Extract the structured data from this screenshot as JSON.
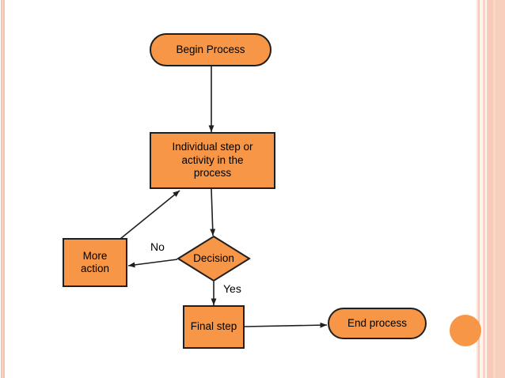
{
  "slide": {
    "colors": {
      "background": "#FFFFFF",
      "shape_fill": "#F79646",
      "shape_border": "#1F1F1F",
      "connector": "#1F1F1F",
      "text": "#000000",
      "left_stripe": "#F3C4B2",
      "right_stripes": [
        "#FBE6DD",
        "#F5C9B6",
        "#F8D3C3",
        "#F6CCB9"
      ],
      "corner_circle": "#F79646"
    },
    "flowchart": {
      "nodes": {
        "begin": {
          "type": "terminator",
          "label": "Begin Process"
        },
        "step": {
          "type": "process",
          "label": "Individual step or\nactivity in the\nprocess"
        },
        "decision": {
          "type": "decision",
          "label": "Decision"
        },
        "more_action": {
          "type": "process",
          "label": "More\naction"
        },
        "final_step": {
          "type": "process",
          "label": "Final step"
        },
        "end": {
          "type": "terminator",
          "label": "End process"
        }
      },
      "edge_labels": {
        "no": "No",
        "yes": "Yes"
      }
    }
  }
}
